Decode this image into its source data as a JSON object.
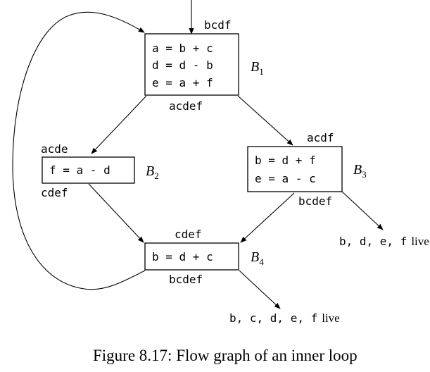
{
  "blocks": [
    {
      "id": "B1",
      "name": "B",
      "sub": "1",
      "in_set": "bcdf",
      "out_set": "acdef",
      "code": [
        "a = b + c",
        "d = d - b",
        "e = a + f"
      ]
    },
    {
      "id": "B2",
      "name": "B",
      "sub": "2",
      "in_set": "acde",
      "out_set": "cdef",
      "code": [
        "f = a - d"
      ]
    },
    {
      "id": "B3",
      "name": "B",
      "sub": "3",
      "in_set": "acdf",
      "out_set": "bcdef",
      "code": [
        "b = d + f",
        "e = a - c"
      ]
    },
    {
      "id": "B4",
      "name": "B",
      "sub": "4",
      "in_set": "cdef",
      "out_set": "bcdef",
      "code": [
        "b = d + c"
      ]
    }
  ],
  "exit_labels": {
    "b3": {
      "vars": "b, d, e, f",
      "word": "live"
    },
    "b4": {
      "vars": "b, c, d, e, f",
      "word": "live"
    }
  },
  "caption": "Figure 8.17: Flow graph of an inner loop"
}
